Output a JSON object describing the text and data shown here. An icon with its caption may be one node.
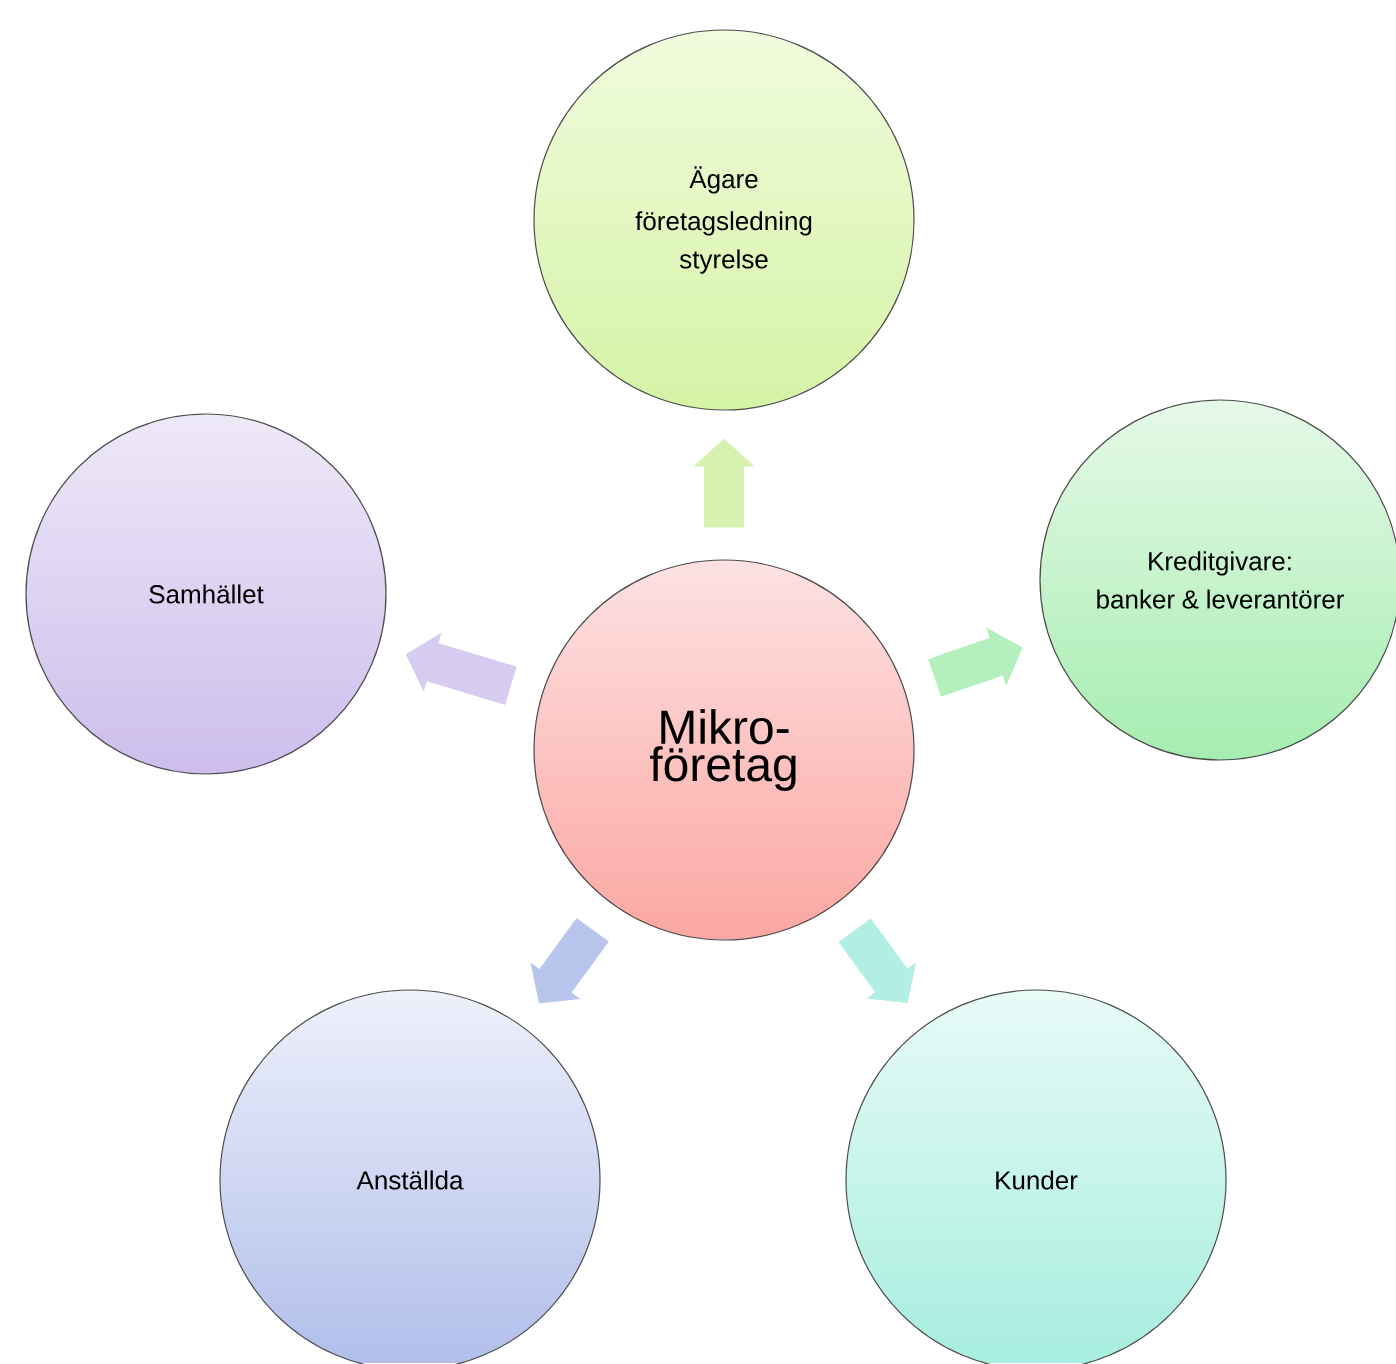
{
  "diagram": {
    "nodes": [
      {
        "text": [
          "Mikro-företag"
        ]
      },
      {
        "text": [
          "Ägare",
          "företagsledning",
          "styrelse"
        ]
      },
      {
        "text": [
          "Kreditgivare:",
          "banker & leverantörer"
        ]
      },
      {
        "text": [
          "Kunder"
        ]
      },
      {
        "text": [
          "Anställda"
        ]
      },
      {
        "text": [
          "Samhället"
        ]
      }
    ],
    "edges": [
      {
        "from": 0,
        "to": 1,
        "arrow": "to",
        "color": "#d6f2b0"
      },
      {
        "from": 0,
        "to": 2,
        "arrow": "to",
        "color": "#b4efbe"
      },
      {
        "from": 0,
        "to": 3,
        "arrow": "to",
        "color": "#b2eee4"
      },
      {
        "from": 0,
        "to": 4,
        "arrow": "to",
        "color": "#b8c6ee"
      },
      {
        "from": 0,
        "to": 5,
        "arrow": "to",
        "color": "#d6cbf0"
      }
    ]
  }
}
